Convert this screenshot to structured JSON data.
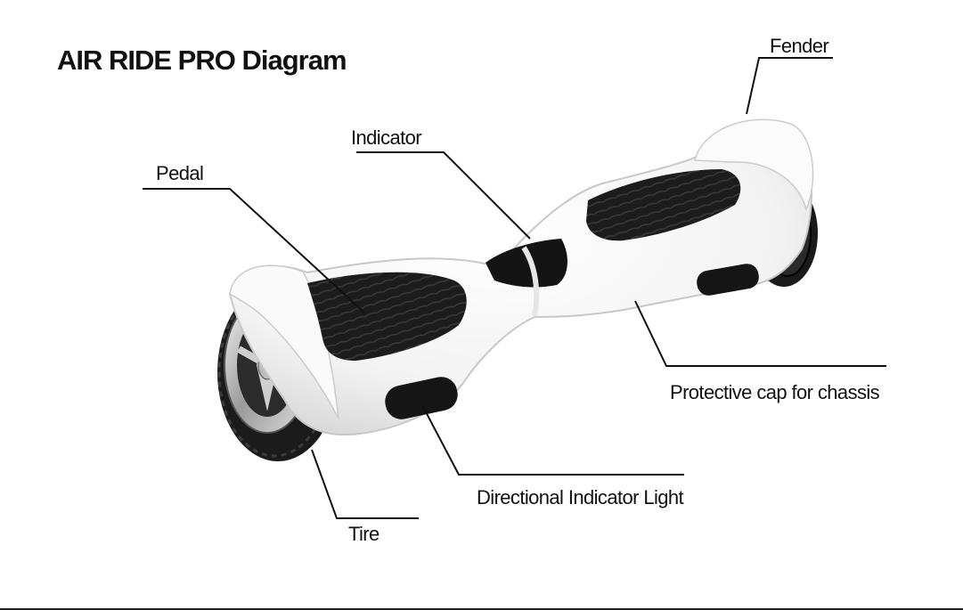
{
  "title": "AIR RIDE PRO Diagram",
  "labels": {
    "fender": "Fender",
    "indicator": "Indicator",
    "pedal": "Pedal",
    "protective_cap": "Protective cap for chassis",
    "directional_light": "Directional Indicator Light",
    "tire": "Tire"
  }
}
